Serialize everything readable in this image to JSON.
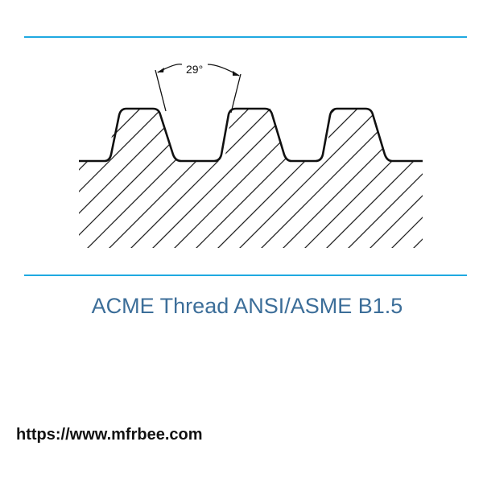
{
  "diagram": {
    "angle_label": "29°",
    "title": "ACME Thread ANSI/ASME B1.5"
  },
  "footer": {
    "url": "https://www.mfrbee.com"
  },
  "colors": {
    "rule": "#1fa9e1",
    "title": "#3c6e99",
    "outline": "#111111"
  }
}
